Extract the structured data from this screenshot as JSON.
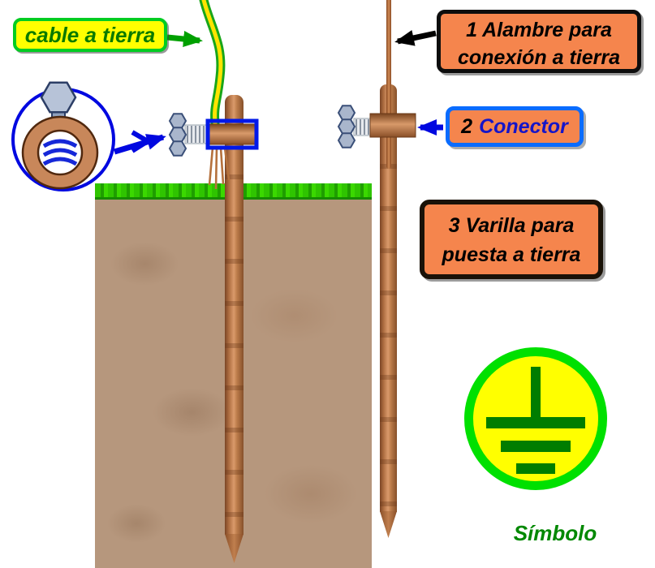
{
  "labels": {
    "cable": "cable a tierra",
    "alambre_line1": "1 Alambre para",
    "alambre_line2": "conexión a tierra",
    "conector_number": "2",
    "conector_label": "Conector",
    "varilla_line1": "3 Varilla para",
    "varilla_line2": "puesta a tierra",
    "simbolo": "Símbolo"
  },
  "colors": {
    "label_orange": "#f5854d",
    "label_yellow": "#ffff00",
    "cable_label_border": "#00cc22",
    "conector_border_blue": "#0a6cff",
    "conector_text_blue": "#1515c8",
    "symbol_bar_green": "#007d00",
    "symbol_ring_green": "#00e000",
    "symbol_fill_yellow": "#ffff00",
    "copper": "#c8875a",
    "soil_brown": "#b6977d",
    "grass_green": "#2fc400",
    "cable_green": "#19a619",
    "cable_yellow": "#ffe400",
    "arrow_blue": "#0008e0",
    "arrow_green": "#00a000",
    "arrow_black": "#000000",
    "connector_highlight_blue": "#0018e8"
  },
  "icons": {
    "ground_symbol": "earth-ground-symbol",
    "clamp_detail": "ground-clamp-illustration",
    "cable": "green-yellow-ground-cable",
    "rods": "copper-ground-rods"
  }
}
